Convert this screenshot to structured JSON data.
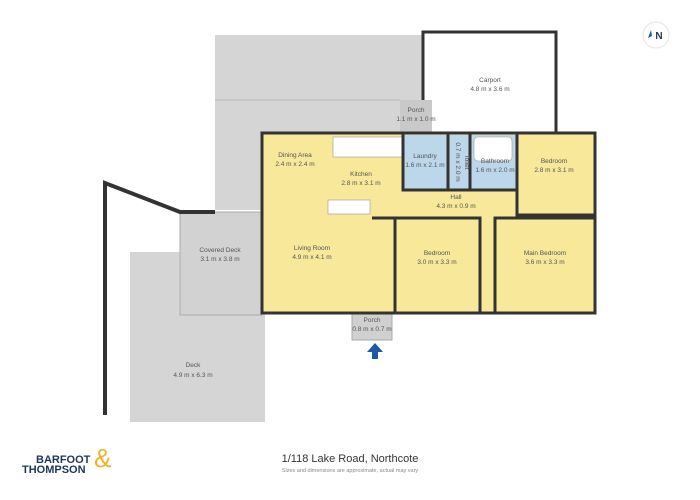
{
  "plan": {
    "rooms": {
      "carport": {
        "name": "Carport",
        "dims": "4.8 m x 3.6 m"
      },
      "porch_rear": {
        "name": "Porch",
        "dims": "1.1 m x 1.0 m"
      },
      "dining": {
        "name": "Dining Area",
        "dims": "2.4 m x 2.4 m"
      },
      "kitchen": {
        "name": "Kitchen",
        "dims": "2.8 m x 3.1 m"
      },
      "laundry": {
        "name": "Laundry",
        "dims": "1.6 m x 2.1 m"
      },
      "toilet": {
        "name": "Toilet",
        "dims": "0.7 m x 2.0 m"
      },
      "bathroom": {
        "name": "Bathroom",
        "dims": "1.6 m x 2.0 m"
      },
      "bedroom1": {
        "name": "Bedroom",
        "dims": "2.8 m x 3.1 m"
      },
      "hall": {
        "name": "Hall",
        "dims": "4.3 m x 0.9 m"
      },
      "covered_deck": {
        "name": "Covered Deck",
        "dims": "3.1 m x 3.8 m"
      },
      "living": {
        "name": "Living Room",
        "dims": "4.9 m x 4.1 m"
      },
      "bedroom2": {
        "name": "Bedroom",
        "dims": "3.0 m x 3.3 m"
      },
      "main_bedroom": {
        "name": "Main Bedroom",
        "dims": "3.6 m x 3.3 m"
      },
      "porch_front": {
        "name": "Porch",
        "dims": "0.8 m x 0.7 m"
      },
      "deck": {
        "name": "Deck",
        "dims": "4.9 m x 6.3 m"
      }
    },
    "north_label": "N",
    "colors": {
      "living": "#f7e89a",
      "wet": "#bcd6ea",
      "outdoor": "#d5d5d5",
      "wall": "#333333",
      "arrow": "#1c5aa8"
    }
  },
  "footer": {
    "address": "1/118 Lake Road, Northcote",
    "disclaimer": "Sizes and dimensions are approximate, actual may vary",
    "logo_line1": "BARFOOT",
    "logo_line2": "THOMPSON",
    "logo_amp": "&"
  }
}
